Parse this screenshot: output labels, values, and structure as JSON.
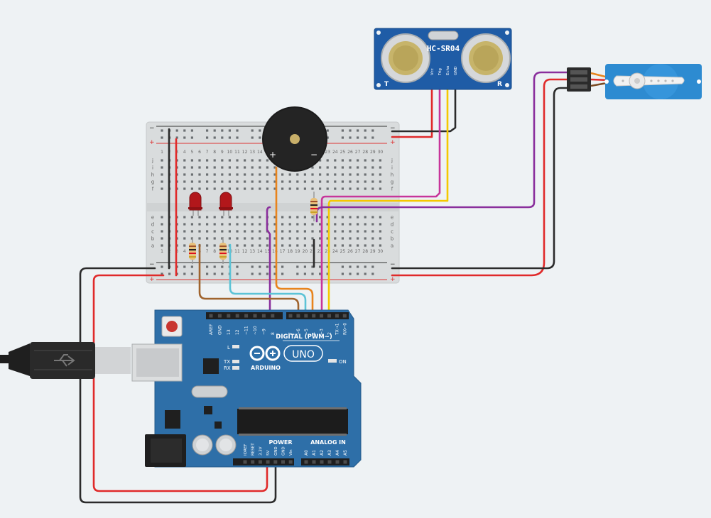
{
  "colors": {
    "background": "#eef2f4",
    "board": "#2e6fa8",
    "breadboard": "#d9dcdd",
    "wire_black": "#2b2b2b",
    "wire_red": "#e02a2a",
    "wire_purple": "#8a2f9c",
    "wire_magenta": "#c7359a",
    "wire_yellow": "#f5c800",
    "wire_orange": "#e8841d",
    "wire_brown": "#a0642e",
    "wire_cyan": "#5cc3d6",
    "led": "#b2171b",
    "sensor": "#1f5ca6",
    "servo": "#2d8bd1"
  },
  "sensor": {
    "model": "HC-SR04",
    "left_mark": "T",
    "right_mark": "R",
    "pins": [
      "Vcc",
      "Trig",
      "Echo",
      "GND"
    ]
  },
  "buzzer": {
    "plus": "+",
    "minus": "−"
  },
  "breadboard": {
    "row_letters_top": [
      "j",
      "i",
      "h",
      "g",
      "f"
    ],
    "row_letters_bottom": [
      "e",
      "d",
      "c",
      "b",
      "a"
    ],
    "rail_minus": "−",
    "rail_plus": "+",
    "column_numbers": [
      "1",
      "2",
      "3",
      "4",
      "5",
      "6",
      "7",
      "8",
      "9",
      "10",
      "11",
      "12",
      "13",
      "14",
      "15",
      "16",
      "17",
      "18",
      "19",
      "20",
      "21",
      "22",
      "23",
      "24",
      "25",
      "26",
      "27",
      "28",
      "29",
      "30"
    ]
  },
  "arduino": {
    "digital_header_left": [
      "AREF",
      "GND",
      "13",
      "12",
      "~11",
      "~10",
      "~9",
      "8"
    ],
    "digital_header_right": [
      "7",
      "~6",
      "~5",
      "4",
      "~3",
      "2",
      "TX→1",
      "RX←0"
    ],
    "digital_title": "DIGITAL (PWM~)",
    "led_l": "L",
    "led_tx": "TX",
    "led_rx": "RX",
    "on_label": "ON",
    "brand": "ARDUINO",
    "model": "UNO",
    "power_title": "POWER",
    "analog_title": "ANALOG IN",
    "power_pins": [
      "IOREF",
      "RESET",
      "3.3V",
      "5V",
      "GND",
      "GND",
      "Vin"
    ],
    "analog_pins": [
      "A0",
      "A1",
      "A2",
      "A3",
      "A4",
      "A5"
    ]
  }
}
